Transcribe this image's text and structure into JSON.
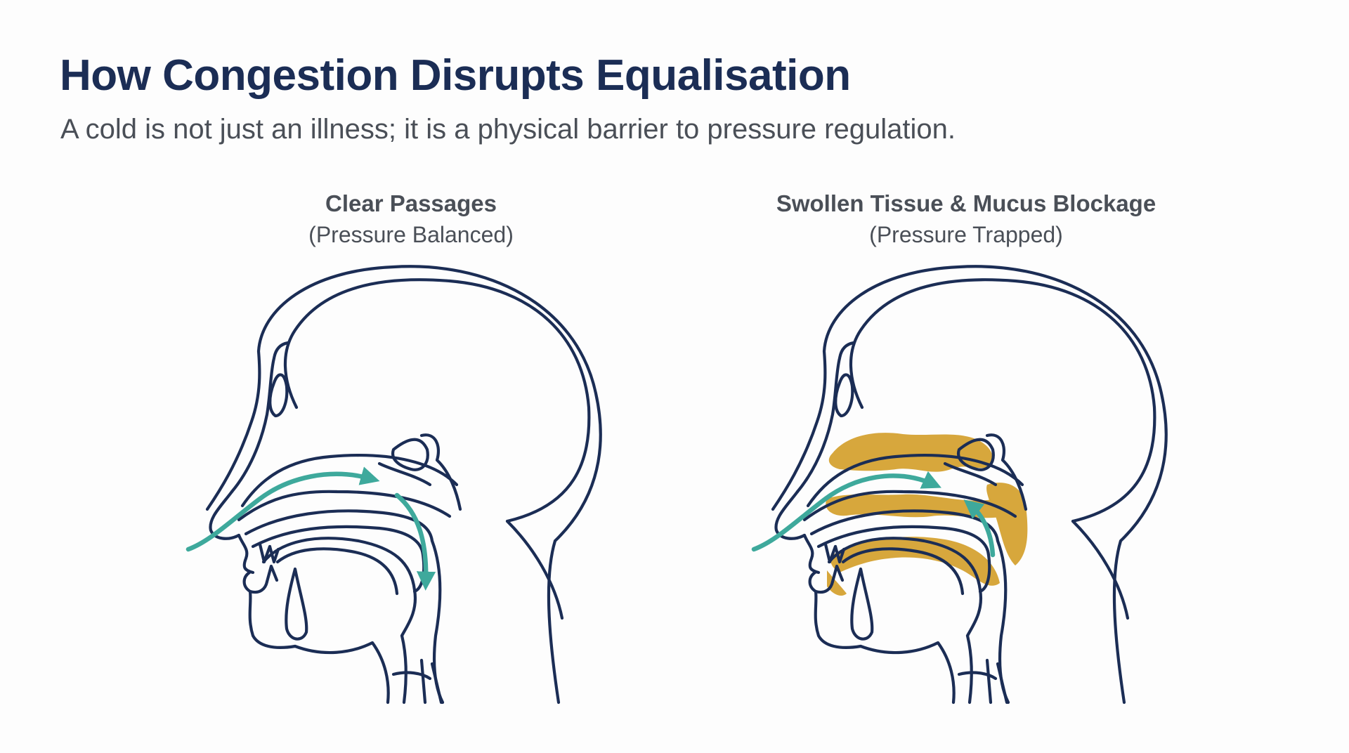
{
  "title": "How Congestion Disrupts Equalisation",
  "subtitle": "A cold is not just an illness; it is a physical barrier to pressure regulation.",
  "panels": [
    {
      "title": "Clear Passages",
      "subtitle": "(Pressure Balanced)",
      "state": "clear"
    },
    {
      "title": "Swollen Tissue & Mucus Blockage",
      "subtitle": "(Pressure Trapped)",
      "state": "blocked"
    }
  ],
  "colors": {
    "title": "#1b2d55",
    "text": "#4a4f57",
    "outline": "#1b2d55",
    "airflow": "#3ea99c",
    "mucus": "#d4a02c"
  }
}
